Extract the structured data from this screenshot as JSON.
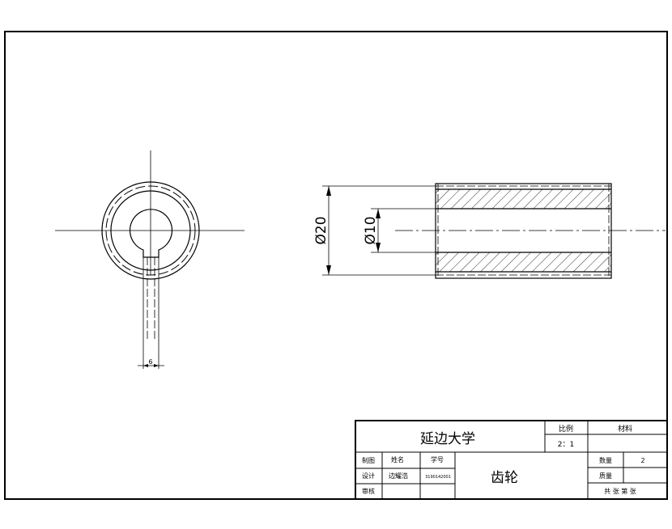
{
  "dimensions": {
    "outer_diameter": "Ø20",
    "inner_diameter": "Ø10",
    "keyway_width": "6"
  },
  "title_block": {
    "school": "延边大学",
    "scale_label": "比例",
    "scale_value": "2：1",
    "material_label": "材料",
    "drawn_label": "制图",
    "name_label": "姓名",
    "student_id_label": "学号",
    "design_label": "设计",
    "designer_name": "边耀浩",
    "student_id": "3190142001",
    "review_label": "审核",
    "part_name": "齿轮",
    "quantity_label": "数量",
    "quantity_value": "2",
    "mass_label": "质量",
    "sheets": "共 张 第 张"
  }
}
